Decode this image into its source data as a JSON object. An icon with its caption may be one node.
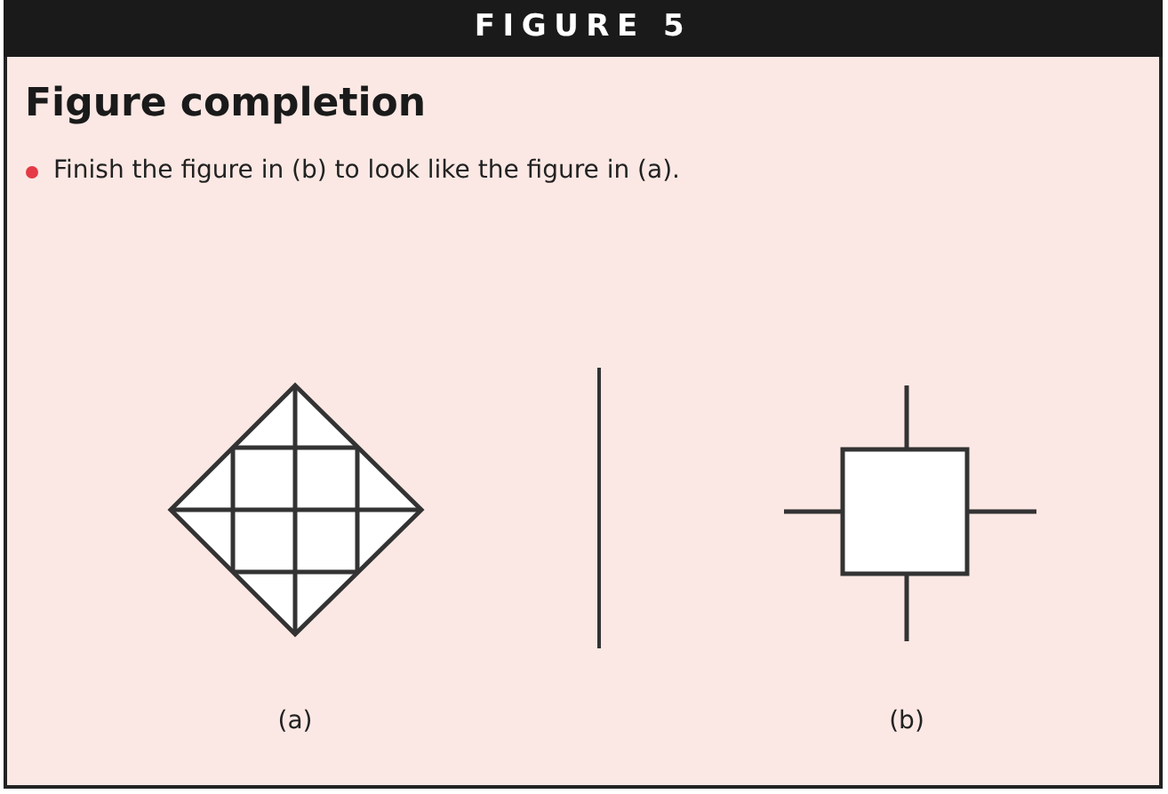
{
  "diagram": {
    "title": "FIGURE 5",
    "labels": [
      "Figure completion",
      "Finish the figure in (b) to look like the figure in (a).",
      "(a)",
      "(b)"
    ]
  }
}
